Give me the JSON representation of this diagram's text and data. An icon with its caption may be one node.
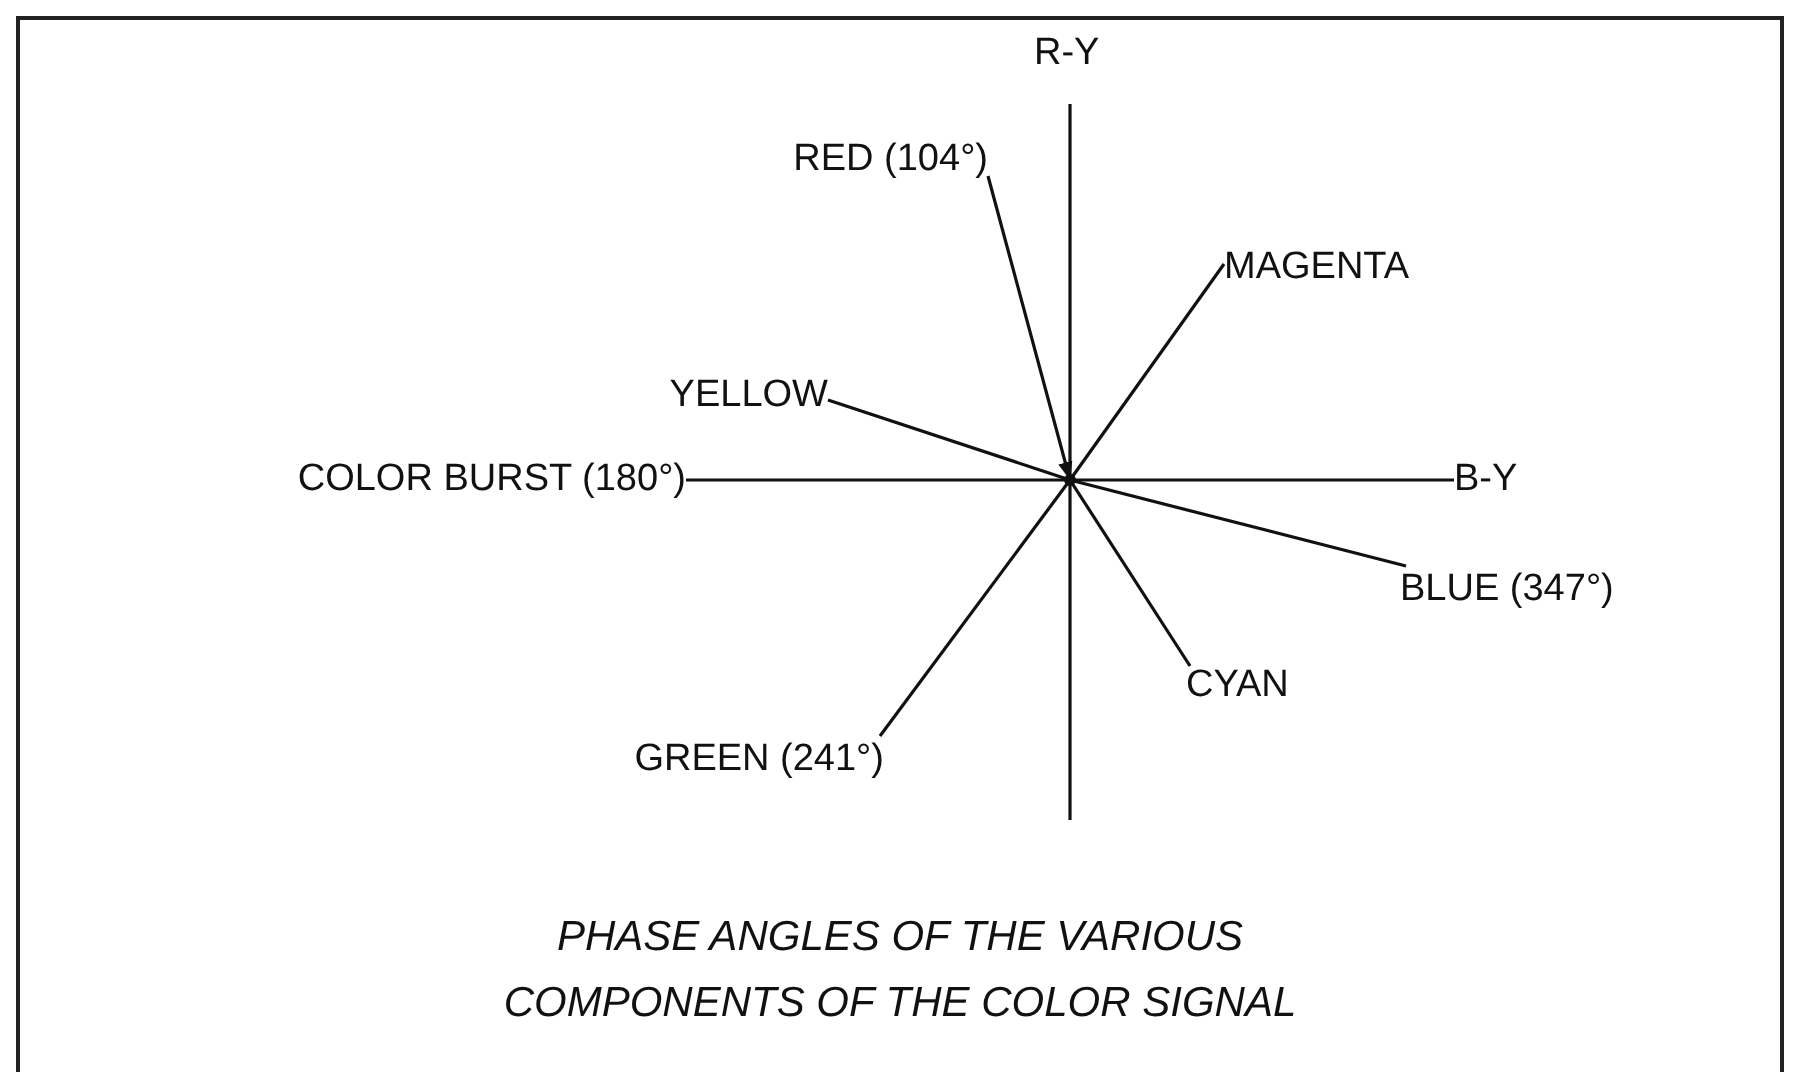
{
  "diagram": {
    "caption": "PHASE ANGLES OF THE VARIOUS COMPONENTS OF THE COLOR SIGNAL",
    "nodes": [
      {
        "text": [],
        "shape": "circle"
      },
      {
        "text": [
          "R-Y"
        ]
      },
      {
        "text": [
          "MAGENTA"
        ]
      },
      {
        "text": [
          "B-Y"
        ]
      },
      {
        "text": [
          "BLUE (347°)"
        ]
      },
      {
        "text": [
          "CYAN"
        ]
      },
      {
        "text": [
          "GREEN (241°)"
        ]
      },
      {
        "text": [
          "COLOR BURST (180°)"
        ]
      },
      {
        "text": [
          "YELLOW"
        ]
      },
      {
        "text": [
          "RED (104°)"
        ]
      }
    ],
    "edges": [
      {
        "from": 0,
        "to": 1,
        "arrow": "none"
      },
      {
        "from": 0,
        "to": 2,
        "arrow": "none"
      },
      {
        "from": 0,
        "to": 3,
        "arrow": "none"
      },
      {
        "from": 0,
        "to": 4,
        "arrow": "none"
      },
      {
        "from": 0,
        "to": 5,
        "arrow": "none"
      },
      {
        "from": 0,
        "to": 6,
        "arrow": "none"
      },
      {
        "from": 0,
        "to": 7,
        "arrow": "none"
      },
      {
        "from": 0,
        "to": 8,
        "arrow": "none"
      },
      {
        "from": 9,
        "to": 0,
        "arrow": "to"
      },
      {
        "from": 0,
        "to": null,
        "arrow": "none"
      }
    ]
  }
}
